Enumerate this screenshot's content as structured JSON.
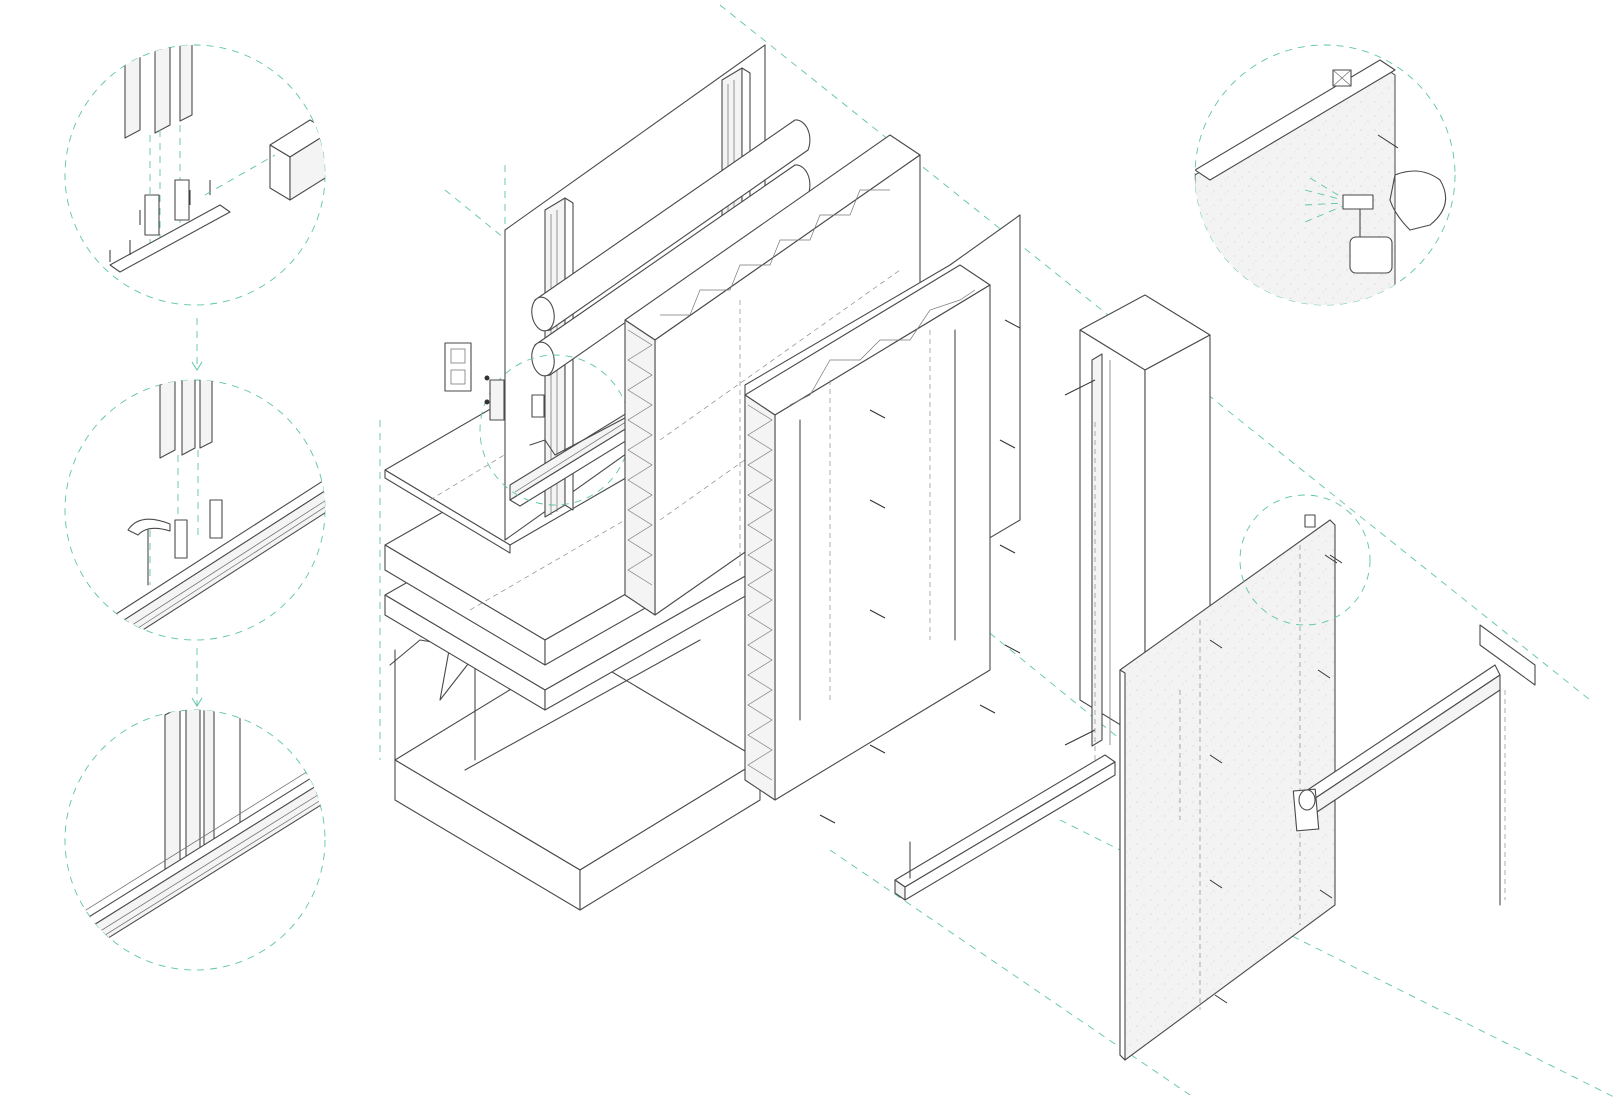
{
  "diagram": {
    "kind": "exploded axonometric wall assembly",
    "colors": {
      "line": "#4a4a4a",
      "guide": "#5fc4a8",
      "background": "#ffffff",
      "panel_fill": "#f4f4f4"
    },
    "parts": [
      "concrete-foundation",
      "floor-slab-layers",
      "aluminium-frame-profiles",
      "service-ducts",
      "wall-switch",
      "insulation-board",
      "insulated-wall-panel",
      "column-post",
      "base-track-rail",
      "exterior-cladding-panel",
      "railing-bracket"
    ],
    "detail_callouts": [
      {
        "id": "detail-bracket-fixing",
        "step": 1
      },
      {
        "id": "detail-profile-insertion",
        "step": 2
      },
      {
        "id": "detail-profile-seated",
        "step": 3
      },
      {
        "id": "detail-spray-finishing",
        "step": 4
      },
      {
        "id": "detail-panel-corner-fixing",
        "step": 5
      }
    ],
    "icons": [
      "hammer-icon",
      "spray-gun-icon",
      "screw-icon",
      "arrow-down-icon"
    ]
  }
}
